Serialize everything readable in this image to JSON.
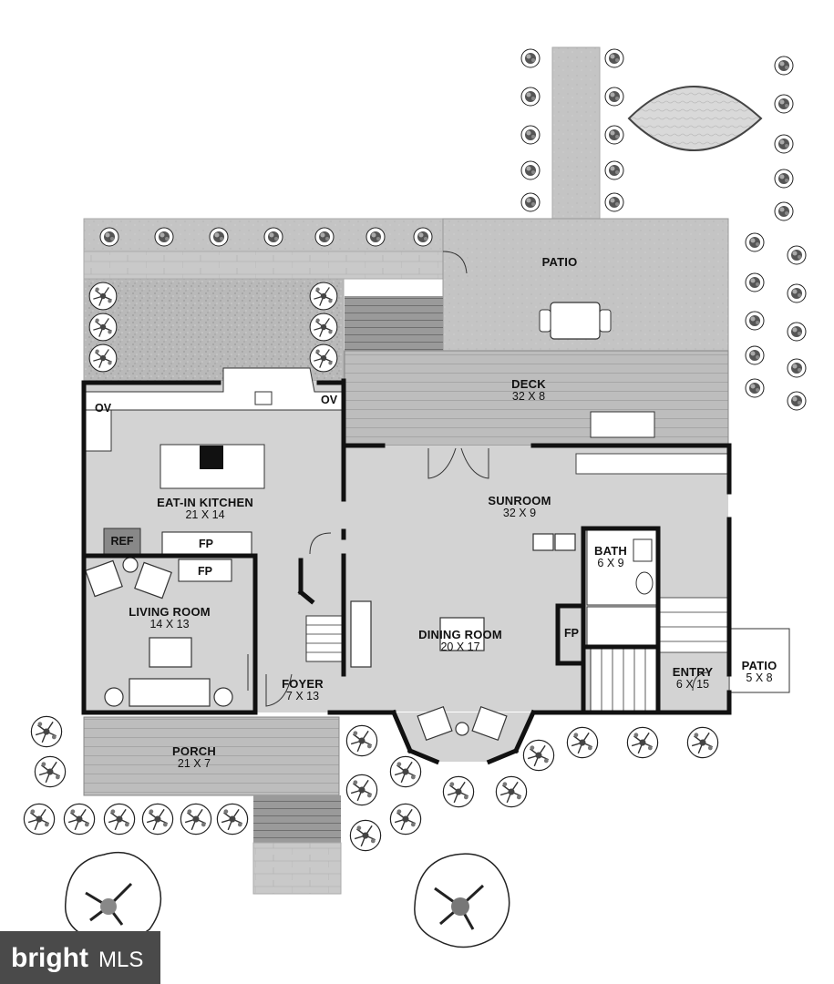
{
  "rooms": {
    "patio_back": {
      "name": "PATIO",
      "dims": ""
    },
    "deck": {
      "name": "DECK",
      "dims": "32 X 8"
    },
    "kitchen": {
      "name": "EAT-IN KITCHEN",
      "dims": "21 X 14"
    },
    "sunroom": {
      "name": "SUNROOM",
      "dims": "32 X 9"
    },
    "bath": {
      "name": "BATH",
      "dims": "6 X 9"
    },
    "living": {
      "name": "LIVING ROOM",
      "dims": "14 X 13"
    },
    "dining": {
      "name": "DINING ROOM",
      "dims": "20 X 17"
    },
    "foyer": {
      "name": "FOYER",
      "dims": "7 X 13"
    },
    "entry": {
      "name": "ENTRY",
      "dims": "6 X 15"
    },
    "patio_side": {
      "name": "PATIO",
      "dims": "5 X 8"
    },
    "porch": {
      "name": "PORCH",
      "dims": "21 X 7"
    }
  },
  "fixtures": {
    "oven_left": "OV",
    "oven_right": "OV",
    "refrigerator": "REF",
    "fireplace_kitchen": "FP",
    "fireplace_living": "FP",
    "fireplace_dining": "FP"
  },
  "watermark": {
    "brand": "bright",
    "suffix": "MLS",
    "text": "bright MLS"
  },
  "colors": {
    "wall": "#111111",
    "floor": "#d3d3d3",
    "deck_wood": "#bdbdbd",
    "paving": "#c8c8c8",
    "watermark_bg": "#4a4a4a"
  }
}
